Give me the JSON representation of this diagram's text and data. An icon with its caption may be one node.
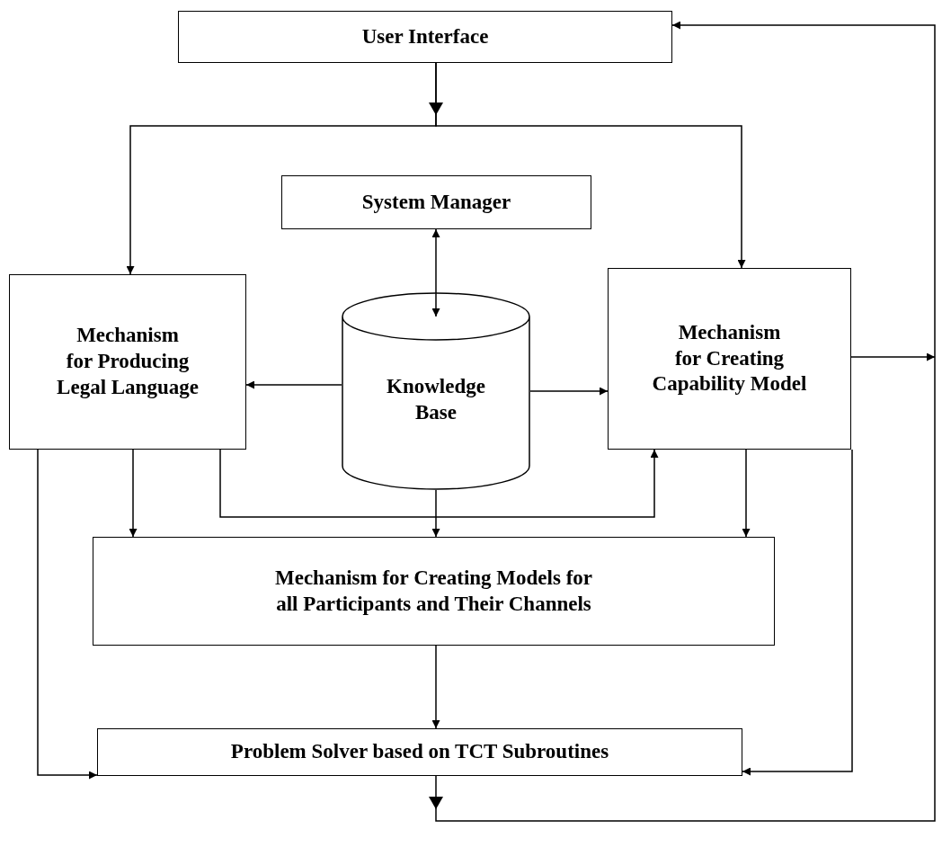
{
  "diagram": {
    "nodes": [
      {
        "text": [
          "User Interface"
        ]
      },
      {
        "text": [
          "System Manager"
        ]
      },
      {
        "text": [
          "Mechanism for Producing Legal Language"
        ]
      },
      {
        "text": [
          "Knowledge Base"
        ]
      },
      {
        "text": [
          "Mechanism for Creating Capability Model"
        ]
      },
      {
        "text": [
          "Mechanism for Creating Models for all Participants and Their Channels"
        ]
      },
      {
        "text": [
          "Problem Solver based on TCT Subroutines"
        ]
      }
    ],
    "edges": [
      {
        "from": 0,
        "to": 2,
        "arrow": "to"
      },
      {
        "from": 0,
        "to": 4,
        "arrow": "to"
      },
      {
        "from": 1,
        "to": 3,
        "arrow": "both"
      },
      {
        "from": 3,
        "to": 2,
        "arrow": "to"
      },
      {
        "from": 3,
        "to": 4,
        "arrow": "to"
      },
      {
        "from": 4,
        "to": null,
        "arrow": "to"
      },
      {
        "from": 2,
        "to": 5,
        "arrow": "to"
      },
      {
        "from": 2,
        "to": 4,
        "arrow": "to"
      },
      {
        "from": 3,
        "to": 5,
        "arrow": "to"
      },
      {
        "from": 4,
        "to": 5,
        "arrow": "to"
      },
      {
        "from": 5,
        "to": 6,
        "arrow": "to"
      },
      {
        "from": 2,
        "to": 6,
        "arrow": "to"
      },
      {
        "from": 4,
        "to": 6,
        "arrow": "to"
      },
      {
        "from": 6,
        "to": 0,
        "arrow": "to"
      }
    ]
  }
}
